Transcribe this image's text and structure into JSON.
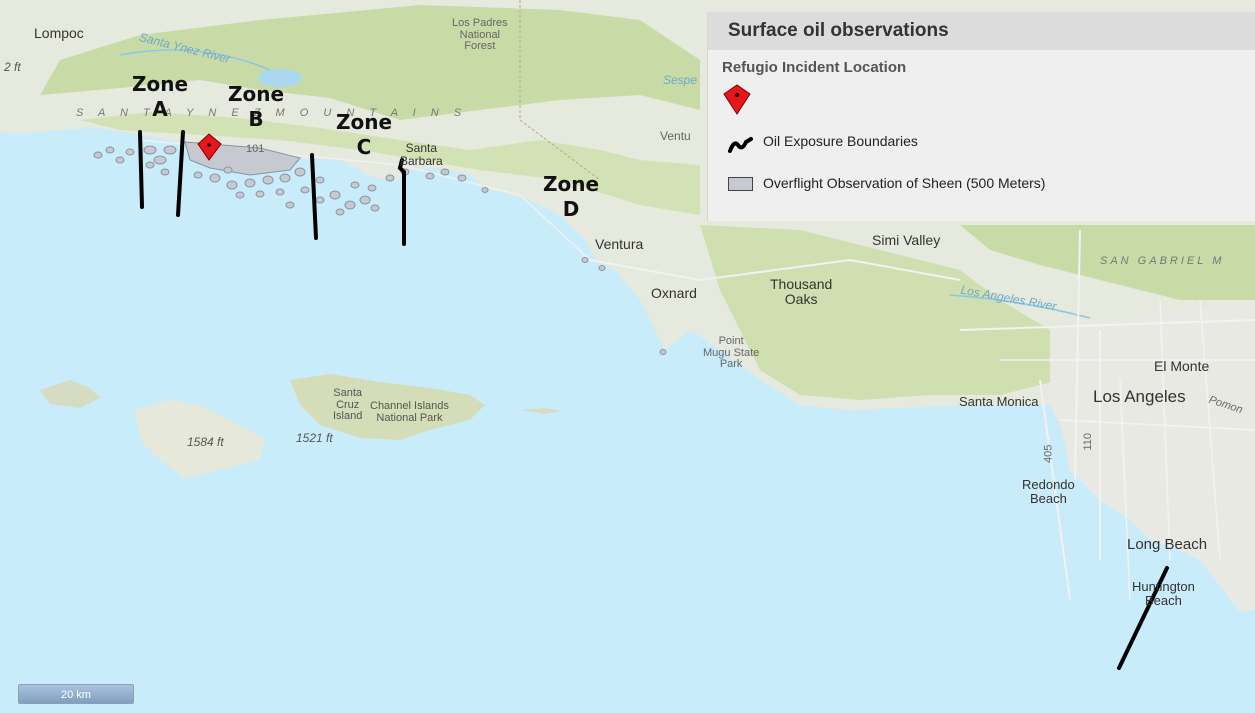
{
  "legend": {
    "title": "Surface oil observations",
    "incident_heading": "Refugio Incident Location",
    "boundaries_label": "Oil Exposure Boundaries",
    "sheen_label": "Overflight Observation of Sheen (500 Meters)"
  },
  "zones": {
    "a": {
      "word": "Zone",
      "letter": "A"
    },
    "b": {
      "word": "Zone",
      "letter": "B"
    },
    "c": {
      "word": "Zone",
      "letter": "C"
    },
    "d": {
      "word": "Zone",
      "letter": "D"
    }
  },
  "places": {
    "lompoc": "Lompoc",
    "elev_left": "2 ft",
    "santa_ynez_river": "Santa Ynez River",
    "los_padres_1": "Los Padres",
    "los_padres_2": "National",
    "los_padres_3": "Forest",
    "santa_ynez_mtns": "S A N T A   Y N E Z   M O U N T A I N S",
    "hwy_101": "101",
    "santa_barbara_1": "Santa",
    "santa_barbara_2": "Barbara",
    "sespe": "Sespe",
    "ventura_top": "Ventu",
    "ventura": "Ventura",
    "simi_valley": "Simi Valley",
    "san_gabriel": "SAN GABRIEL M",
    "oxnard": "Oxnard",
    "thousand_oaks_1": "Thousand",
    "thousand_oaks_2": "Oaks",
    "los_angeles_river": "Los Angeles River",
    "point_mugu_1": "Point",
    "point_mugu_2": "Mugu State",
    "point_mugu_3": "Park",
    "el_monte": "El Monte",
    "santa_monica": "Santa Monica",
    "los_angeles": "Los Angeles",
    "pomona": "Pomon",
    "santa_cruz_1": "Santa",
    "santa_cruz_2": "Cruz",
    "santa_cruz_3": "Island",
    "channel_islands_1": "Channel Islands",
    "channel_islands_2": "National Park",
    "elev_1584": "1584 ft",
    "elev_1521": "1521 ft",
    "hwy_405": "405",
    "hwy_110": "110",
    "redondo_1": "Redondo",
    "redondo_2": "Beach",
    "long_beach": "Long Beach",
    "huntington_1": "Huntington",
    "huntington_2": "Beach"
  },
  "scale": {
    "label": "20 km"
  },
  "colors": {
    "ocean": "#c9ecfb",
    "land": "#e8eadf",
    "forest": "#c9dcaa",
    "legend_bg": "#efefef",
    "marker": "#e8151b"
  }
}
